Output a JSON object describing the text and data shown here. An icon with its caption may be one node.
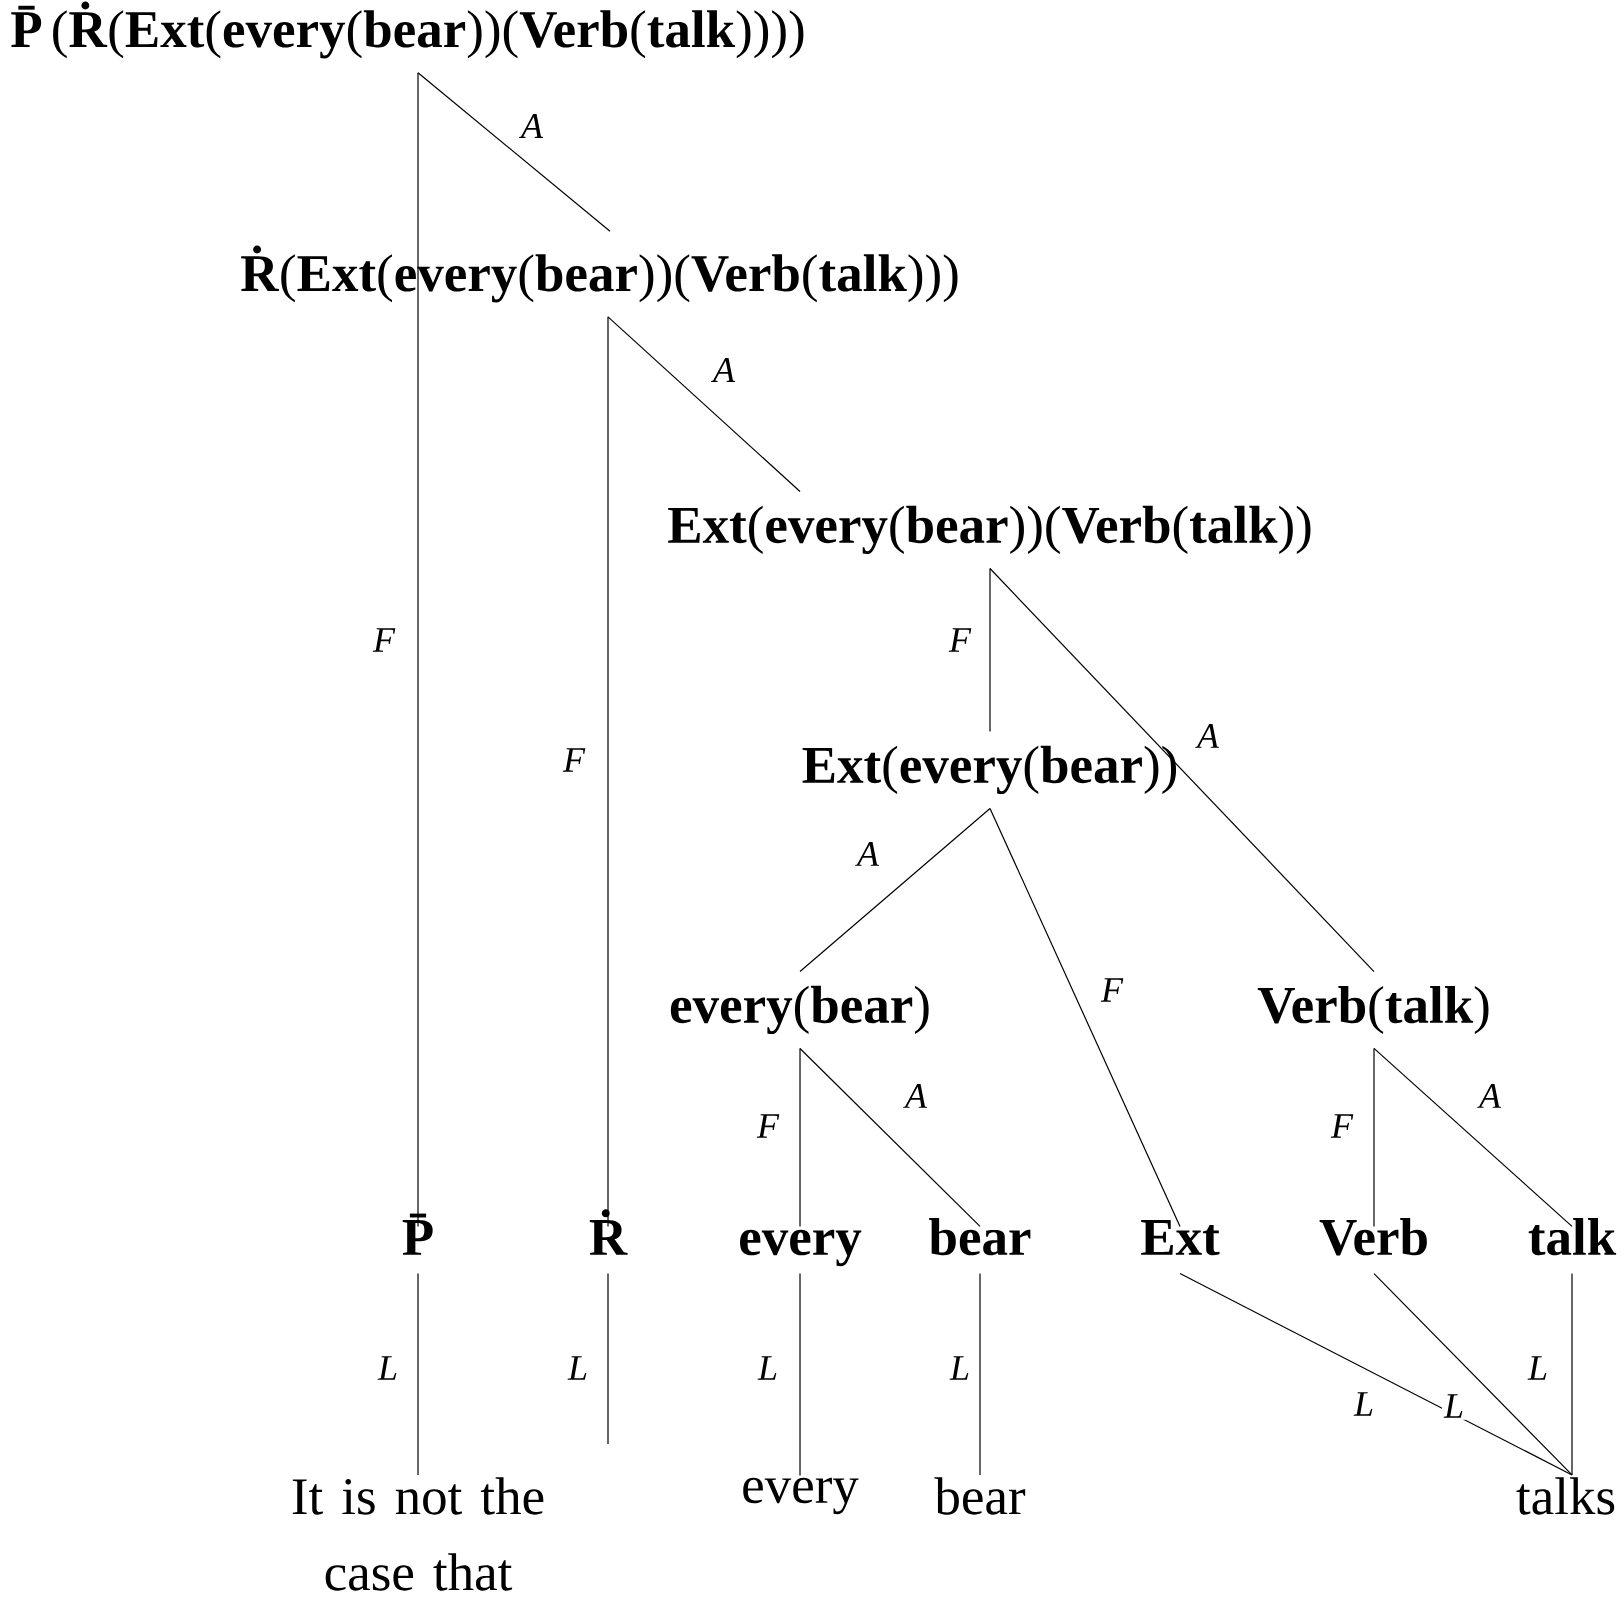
{
  "diagram": {
    "nodes": [
      {
        "text": [
          "**P̄**(**Ṙ**(**Ext**(**every**(**bear**))(**Verb**(**talk**))))"
        ]
      },
      {
        "text": [
          "**Ṙ**(**Ext**(**every**(**bear**))(**Verb**(**talk**)))"
        ]
      },
      {
        "text": [
          "**Ext**(**every**(**bear**))(**Verb**(**talk**))"
        ]
      },
      {
        "text": [
          "**Ext**(**every**(**bear**))"
        ]
      },
      {
        "text": [
          "**every**(**bear**)"
        ]
      },
      {
        "text": [
          "**Verb**(**talk**)"
        ]
      },
      {
        "text": [
          "P̄"
        ]
      },
      {
        "text": [
          "Ṙ"
        ]
      },
      {
        "text": [
          "every"
        ]
      },
      {
        "text": [
          "bear"
        ]
      },
      {
        "text": [
          "Ext"
        ]
      },
      {
        "text": [
          "Verb"
        ]
      },
      {
        "text": [
          "talk"
        ]
      },
      {
        "text": [
          "It is not the case that"
        ]
      },
      {
        "text": [
          "every"
        ]
      },
      {
        "text": [
          "bear"
        ]
      },
      {
        "text": [
          "talks"
        ]
      }
    ],
    "edges": [
      {
        "from": 0,
        "to": 6,
        "arrow": "none",
        "label": "F"
      },
      {
        "from": 0,
        "to": 1,
        "arrow": "none",
        "label": "A"
      },
      {
        "from": 1,
        "to": 7,
        "arrow": "none",
        "label": "F"
      },
      {
        "from": 1,
        "to": 2,
        "arrow": "none",
        "label": "A"
      },
      {
        "from": 2,
        "to": 3,
        "arrow": "none",
        "label": "F"
      },
      {
        "from": 2,
        "to": 5,
        "arrow": "none",
        "label": "A"
      },
      {
        "from": 3,
        "to": 4,
        "arrow": "none",
        "label": "A"
      },
      {
        "from": 3,
        "to": 10,
        "arrow": "none",
        "label": "F"
      },
      {
        "from": 4,
        "to": 8,
        "arrow": "none",
        "label": "F"
      },
      {
        "from": 4,
        "to": 9,
        "arrow": "none",
        "label": "A"
      },
      {
        "from": 5,
        "to": 11,
        "arrow": "none",
        "label": "F"
      },
      {
        "from": 5,
        "to": 12,
        "arrow": "none",
        "label": "A"
      },
      {
        "from": 6,
        "to": 13,
        "arrow": "none",
        "label": "L"
      },
      {
        "from": 7,
        "to": null,
        "arrow": "none",
        "label": "L"
      },
      {
        "from": 8,
        "to": 14,
        "arrow": "none",
        "label": "L"
      },
      {
        "from": 9,
        "to": 15,
        "arrow": "none",
        "label": "L"
      },
      {
        "from": 10,
        "to": 16,
        "arrow": "none",
        "label": "L"
      },
      {
        "from": 11,
        "to": 16,
        "arrow": "none",
        "label": "L"
      },
      {
        "from": 12,
        "to": 16,
        "arrow": "none",
        "label": "L"
      }
    ]
  }
}
